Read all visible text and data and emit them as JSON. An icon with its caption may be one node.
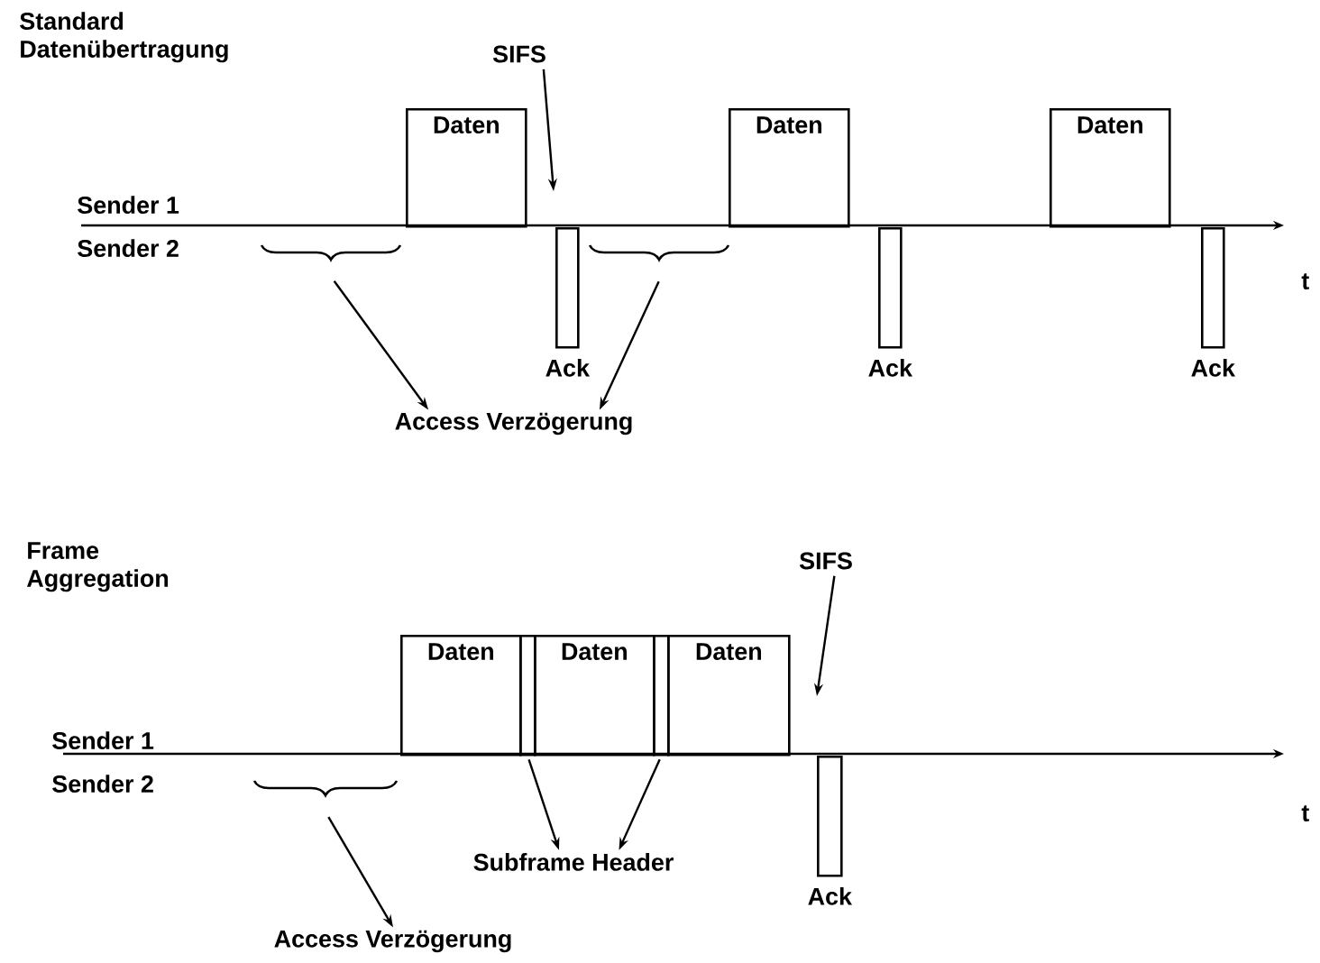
{
  "diagram": {
    "nodes": [
      {
        "text": [
          "Daten"
        ]
      },
      {
        "text": [
          "Daten"
        ]
      },
      {
        "text": [
          "Daten"
        ]
      },
      {
        "text": [
          "SIFS"
        ]
      },
      {
        "text": [
          "Ack"
        ]
      },
      {
        "text": [
          "Ack"
        ]
      },
      {
        "text": [
          "Ack"
        ]
      },
      {
        "text": [],
        "shape": "brace"
      },
      {
        "text": [],
        "shape": "brace"
      },
      {
        "text": [
          "Access Verzögerung"
        ]
      },
      {
        "text": [
          "Daten"
        ]
      },
      {
        "text": [],
        "shape": "bar"
      },
      {
        "text": [
          "Daten"
        ]
      },
      {
        "text": [],
        "shape": "bar"
      },
      {
        "text": [
          "Daten"
        ]
      },
      {
        "text": [
          "SIFS"
        ]
      },
      {
        "text": [
          "Ack"
        ]
      },
      {
        "text": [],
        "shape": "brace"
      },
      {
        "text": [
          "Subframe Header"
        ]
      },
      {
        "text": [
          "Access Verzögerung"
        ]
      }
    ],
    "edges": [
      {
        "from": 3,
        "to": null,
        "arrow": "to"
      },
      {
        "from": 7,
        "to": 9,
        "arrow": "to"
      },
      {
        "from": 8,
        "to": 9,
        "arrow": "to"
      },
      {
        "from": 15,
        "to": null,
        "arrow": "to"
      },
      {
        "from": 11,
        "to": 18,
        "arrow": "to"
      },
      {
        "from": 13,
        "to": 18,
        "arrow": "to"
      },
      {
        "from": 17,
        "to": 19,
        "arrow": "to"
      }
    ],
    "labels": [
      "Standard Datenübertragung",
      "Sender 1",
      "Sender 2",
      "t",
      "Frame Aggregation",
      "Sender 1",
      "Sender 2",
      "t"
    ]
  }
}
